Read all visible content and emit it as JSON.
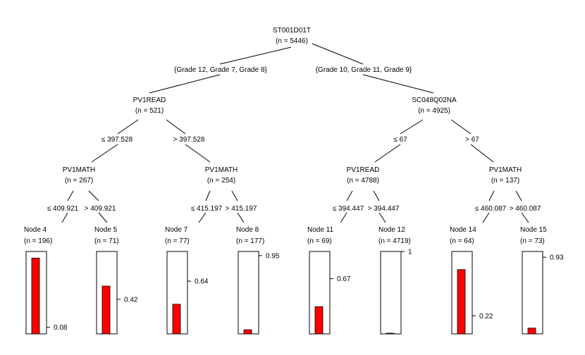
{
  "tree": {
    "root": {
      "label": "ST001D01T",
      "n": "(n = 5446)"
    },
    "root_splits": {
      "left": "{Grade 12, Grade 7, Grade 8}",
      "right": "{Grade 10, Grade 11, Grade 9}"
    },
    "inner": {
      "n2": {
        "label": "PV1READ",
        "n": "(n = 521)",
        "left": "≤ 397.528",
        "right": "> 397.528"
      },
      "n3": {
        "label": "PV1MATH",
        "n": "(n = 267)",
        "left": "≤ 409.921",
        "right": "> 409.921"
      },
      "n6": {
        "label": "PV1MATH",
        "n": "(n = 254)",
        "left": "≤ 415.197",
        "right": "> 415.197"
      },
      "n9": {
        "label": "SC048Q02NA",
        "n": "(n = 4925)",
        "left": "≤ 67",
        "right": "> 67"
      },
      "n10": {
        "label": "PV1READ",
        "n": "(n = 4788)",
        "left": "≤ 394.447",
        "right": "> 394.447"
      },
      "n13": {
        "label": "PV1MATH",
        "n": "(n = 137)",
        "left": "≤ 460.087",
        "right": "> 460.087"
      }
    },
    "leaves": [
      {
        "label": "Node 4",
        "n": "(n = 196)",
        "tick": "0.08",
        "value": 0.92
      },
      {
        "label": "Node 5",
        "n": "(n = 71)",
        "tick": "0.42",
        "value": 0.58
      },
      {
        "label": "Node 7",
        "n": "(n = 77)",
        "tick": "0.64",
        "value": 0.36
      },
      {
        "label": "Node 8",
        "n": "(n = 177)",
        "tick": "0.95",
        "value": 0.05
      },
      {
        "label": "Node 11",
        "n": "(n = 69)",
        "tick": "0.67",
        "value": 0.33
      },
      {
        "label": "Node 12",
        "n": "(n = 4719)",
        "tick": "1",
        "value": 0.002
      },
      {
        "label": "Node 14",
        "n": "(n = 64)",
        "tick": "0.22",
        "value": 0.78
      },
      {
        "label": "Node 15",
        "n": "(n = 73)",
        "tick": "0.93",
        "value": 0.07
      }
    ],
    "bar_color": "#ff0000"
  }
}
